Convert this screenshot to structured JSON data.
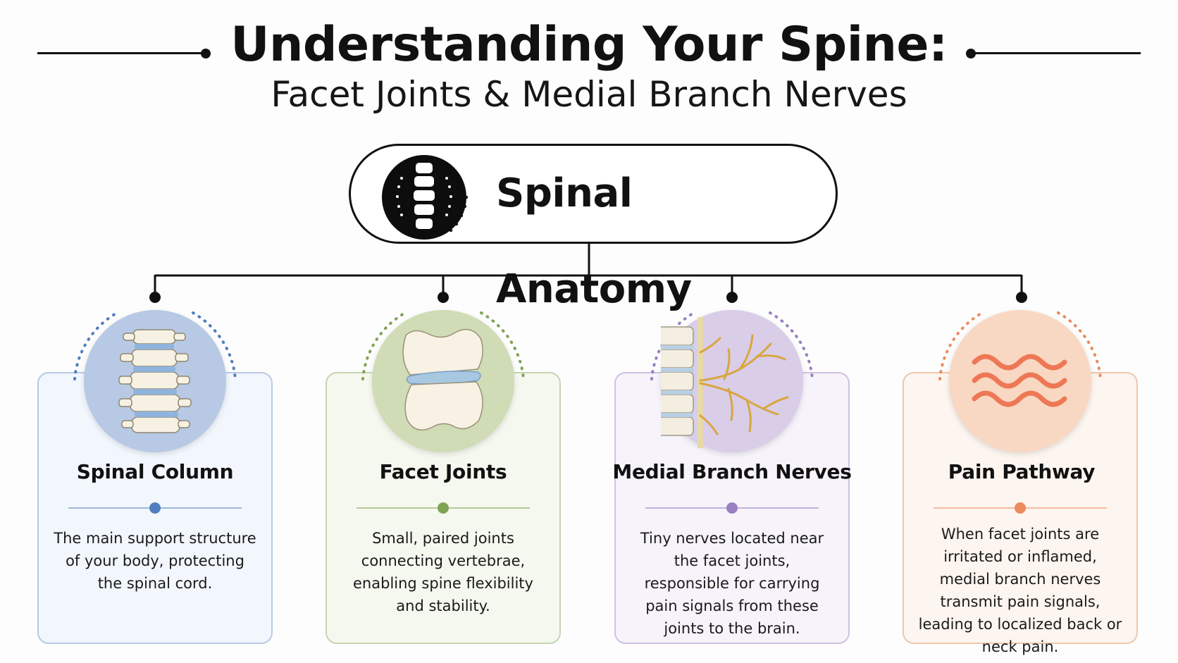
{
  "header": {
    "title": "Understanding Your Spine:",
    "subtitle": "Facet Joints & Medial Branch Nerves"
  },
  "root": {
    "label": "Spinal Anatomy",
    "icon": "spine-icon"
  },
  "cards": [
    {
      "title": "Spinal Column",
      "description": "The main support structure of your body, protecting the spinal cord.",
      "icon": "vertebrae-icon",
      "accent": "#4f7fc0"
    },
    {
      "title": "Facet Joints",
      "description": "Small, paired joints connecting vertebrae, enabling spine flexibility and stability.",
      "icon": "facet-joint-icon",
      "accent": "#7fa455"
    },
    {
      "title": "Medial Branch Nerves",
      "description": "Tiny nerves located near the facet joints, responsible for carrying pain signals from these joints to the brain.",
      "icon": "nerve-icon",
      "accent": "#9a7fc3"
    },
    {
      "title": "Pain Pathway",
      "description": "When facet joints are irritated or inflamed, medial branch nerves transmit pain signals, leading to localized back or neck pain.",
      "icon": "pain-waves-icon",
      "accent": "#ec8a5c"
    }
  ]
}
